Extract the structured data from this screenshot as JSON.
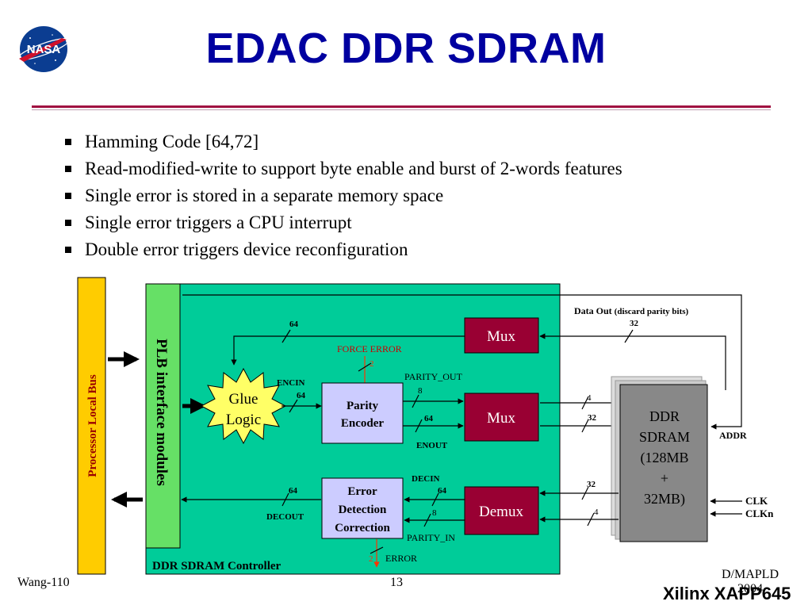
{
  "header": {
    "title": "EDAC DDR SDRAM",
    "logo_text": "NASA"
  },
  "bullets": [
    "Hamming Code [64,72]",
    "Read-modified-write to support byte enable and burst of 2-words features",
    "Single error is stored in a separate memory space",
    "Single error triggers a CPU interrupt",
    "Double error triggers device reconfiguration"
  ],
  "diagram": {
    "processor_local_bus": "Processor Local Bus",
    "plb_interface": "PLB interface modules",
    "glue_logic": [
      "Glue",
      "Logic"
    ],
    "parity_encoder": [
      "Parity",
      "Encoder"
    ],
    "error_detection": [
      "Error",
      "Detection",
      "Correction"
    ],
    "mux_top": "Mux",
    "mux_mid": "Mux",
    "demux": "Demux",
    "ddr_sdram": [
      "DDR",
      "SDRAM",
      "(128MB",
      "+",
      "32MB)"
    ],
    "controller_label": "DDR SDRAM Controller",
    "data_out": "Data Out",
    "data_out_note": "(discard parity bits)",
    "force_error": "FORCE ERROR",
    "parity_out": "PARITY_OUT",
    "parity_in": "PARITY_IN",
    "encin": "ENCIN",
    "enout": "ENOUT",
    "decin": "DECIN",
    "decout": "DECOUT",
    "error": "ERROR",
    "addr": "ADDR",
    "clk": "CLK",
    "clkn": "CLKn",
    "w64_top": "64",
    "w32_top": "32",
    "w2_force": "2",
    "w8_parity_out": "8",
    "w64_encin": "64",
    "w64_enout": "64",
    "w4_mid": "4",
    "w32_mid": "32",
    "w32_low": "32",
    "w4_low": "4",
    "w64_decin": "64",
    "w8_parity_in": "8",
    "w64_decout": "64",
    "w2_error": "2"
  },
  "footer": {
    "left": "Wang-110",
    "page": "13",
    "right_line1": "D/MAPLD",
    "right_line2": "2004",
    "xilinx": "Xilinx XAPP645"
  },
  "colors": {
    "title": "#0000a0",
    "controller_bg": "#00cc99",
    "plb_bg": "#66e066",
    "bus_bg": "#ffcc00",
    "mux_bg": "#990033",
    "block_bg": "#ccccff",
    "glue_bg": "#ffff66",
    "sdram_bg": "#888888",
    "accent_rule": "#a01040"
  }
}
